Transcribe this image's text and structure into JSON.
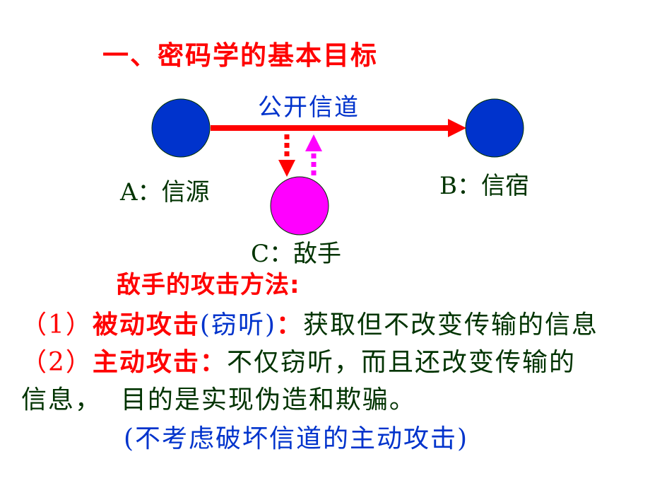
{
  "title": "一、密码学的基本目标",
  "diagram": {
    "channel_label": "公开信道",
    "node_a_label": "A：信源",
    "node_b_label": "B：信宿",
    "node_c_label": "C：敌手",
    "colors": {
      "node": "#0033cc",
      "adversary": "#ff00ff",
      "arrow": "#ff0000"
    }
  },
  "methods": {
    "heading": "敌手的攻击方法:",
    "item1": {
      "num": "（1）",
      "term": "被动攻击",
      "note": "(窃听)",
      "colon": "：",
      "desc": "获取但不改变传输的信息"
    },
    "item2": {
      "num": "（2）",
      "term": "主动攻击",
      "colon": "：",
      "desc1": "不仅窃听，而且还改变传输的",
      "desc2": "信息，  目的是实现伪造和欺骗。"
    },
    "footnote": "(不考虑破坏信道的主动攻击)"
  }
}
